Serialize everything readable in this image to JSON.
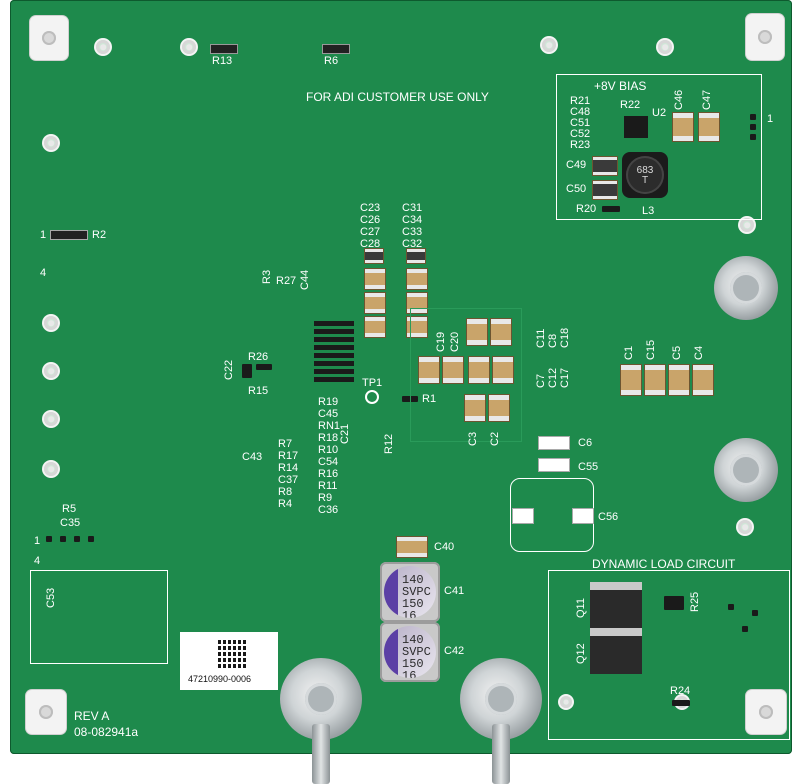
{
  "board": {
    "notice": "FOR ADI CUSTOMER USE ONLY",
    "revision": "REV A",
    "part_number": "08-082941a",
    "barcode_label": "47210990-0006"
  },
  "sections": {
    "bias": "+8V BIAS",
    "dynamic_load": "DYNAMIC LOAD CIRCUIT",
    "bias_pin": "1"
  },
  "refdes": {
    "r13": "R13",
    "r6": "R6",
    "r2": "R2",
    "r2_pin1": "1",
    "r2_pin4": "4",
    "r5": "R5",
    "c35": "C35",
    "c35_pin1": "1",
    "c35_pin4": "4",
    "c53": "C53",
    "r21": "R21",
    "c48": "C48",
    "c51": "C51",
    "c52": "C52",
    "r23": "R23",
    "r22": "R22",
    "u2": "U2",
    "c46": "C46",
    "c47": "C47",
    "c49": "C49",
    "c50": "C50",
    "r20": "R20",
    "l3": "L3",
    "l3_mark": "683\nT",
    "c23_group": "C23\nC26\nC27\nC28",
    "c31_group": "C31\nC34\nC33\nC32",
    "r3": "R3",
    "r27": "R27",
    "c44": "C44",
    "r26": "R26",
    "c22": "C22",
    "r15": "R15",
    "tp1": "TP1",
    "r1": "R1",
    "c21": "C21",
    "r12": "R12",
    "c19": "C19",
    "c20": "C20",
    "c11": "C11",
    "c8": "C8",
    "c18": "C18",
    "c7": "C7",
    "c12": "C12",
    "c17": "C17",
    "c3": "C3",
    "c2": "C2",
    "c1": "C1",
    "c15": "C15",
    "c5": "C5",
    "c4": "C4",
    "c6": "C6",
    "c55": "C55",
    "c56": "C56",
    "left_col": "R19\nC45\nRN1\nR18\nR10\nC54\nR16\nR11\nR9\nC36",
    "mid_col": "R7\nR17\nR14\nC37\nR8\nR4",
    "c43": "C43",
    "c40": "C40",
    "c41": "C41",
    "c42": "C42",
    "elcap_mark": "140\nSVPC\n150\n16",
    "q11": "Q11",
    "q12": "Q12",
    "r25": "R25",
    "r24": "R24"
  }
}
